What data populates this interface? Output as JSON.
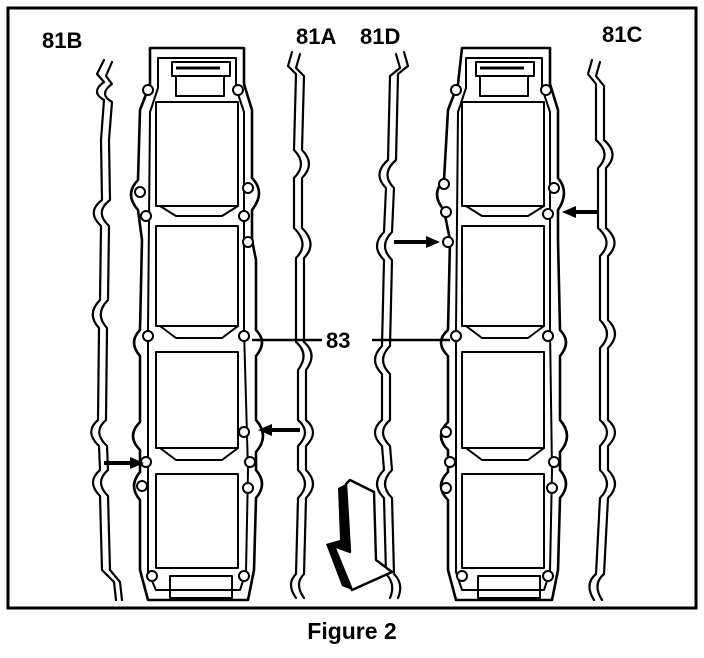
{
  "labels": {
    "gasket_left_outer": "81B",
    "gasket_center_left": "81A",
    "gasket_center_right": "81D",
    "gasket_right_outer": "81C",
    "manifold": "83"
  },
  "caption": "Figure 2"
}
